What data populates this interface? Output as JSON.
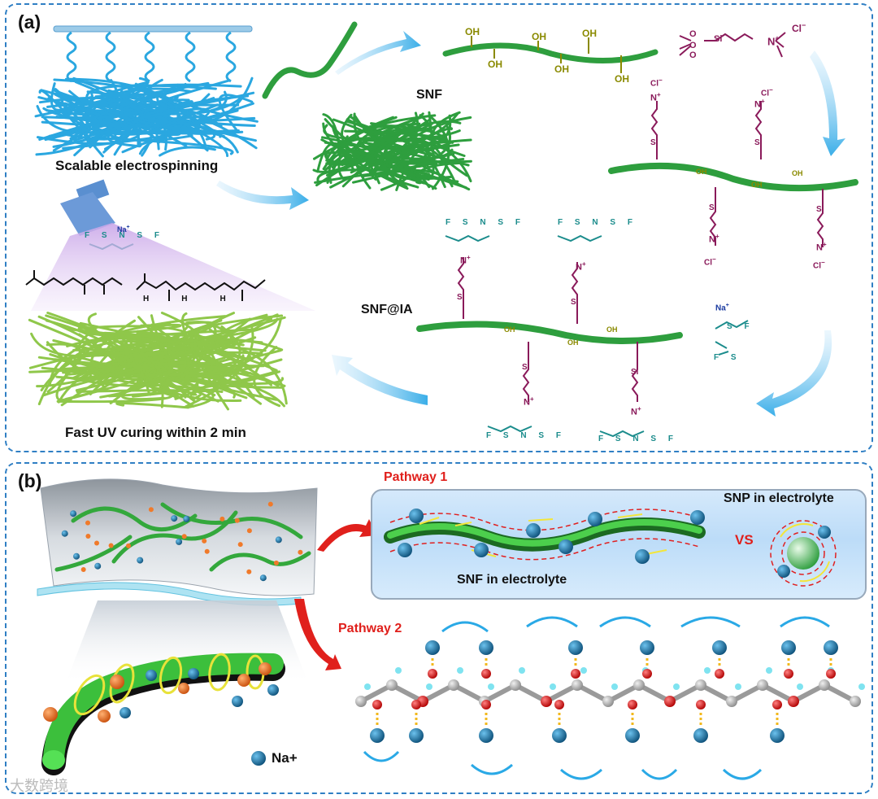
{
  "panel_a": {
    "label": "(a)",
    "snf_label": "SNF",
    "snfia_label": "SNF@IA",
    "electrospinning_caption": "Scalable electrospinning",
    "uv_caption": "Fast UV curing within 2 min",
    "chem": {
      "oh": "OH",
      "si": "Si",
      "o": "O",
      "n_plus": "N",
      "plus": "+",
      "cl": "Cl",
      "minus": "−",
      "na": "Na",
      "f": "F",
      "s": "S",
      "n": "N",
      "h": "H"
    }
  },
  "panel_b": {
    "label": "(b)",
    "pathway1": "Pathway 1",
    "pathway2": "Pathway 2",
    "snp_caption": "SNP in electrolyte",
    "snf_caption": "SNF in electrolyte",
    "vs": "VS",
    "na_legend": "Na+"
  },
  "watermark": "大数跨境",
  "colors": {
    "frame_dash": "#2f7fc4",
    "fiber_blue": "#2aa7e0",
    "fiber_green": "#2e9e3e",
    "fiber_lightgreen": "#8fc74a",
    "olive": "#8a8a00",
    "magenta": "#8a1a5a",
    "teal": "#1b8c8c",
    "arrow_blue": "#4fb7ec",
    "pathway_red": "#e0201c",
    "na_ion": "#1a6e9e"
  }
}
